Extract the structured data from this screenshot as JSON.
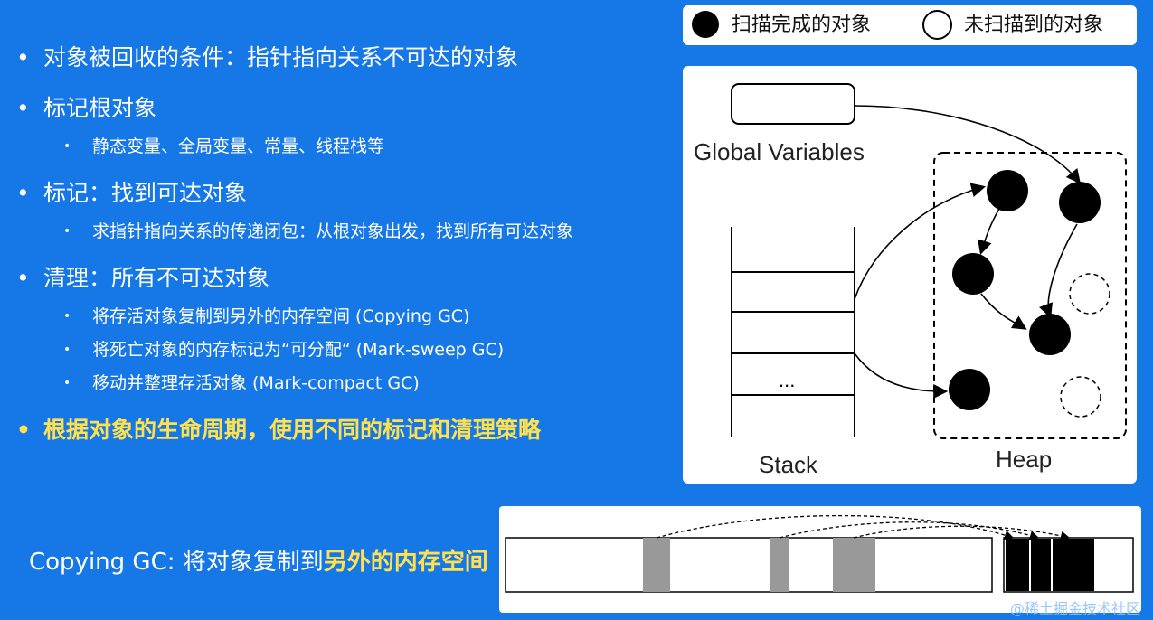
{
  "bullets": [
    {
      "text": "对象被回收的条件：指针指向关系不可达的对象"
    },
    {
      "text": "标记根对象"
    },
    {
      "sub": "静态变量、全局变量、常量、线程栈等"
    },
    {
      "text": "标记：找到可达对象"
    },
    {
      "sub": "求指针指向关系的传递闭包：从根对象出发，找到所有可达对象"
    },
    {
      "text": "清理：所有不可达对象"
    },
    {
      "sub": "将存活对象复制到另外的内存空间 (Copying GC)"
    },
    {
      "sub": "将死亡对象的内存标记为“可分配“ (Mark-sweep GC)"
    },
    {
      "sub": "移动并整理存活对象 (Mark-compact GC)"
    },
    {
      "text": "根据对象的生命周期，使用不同的标记和清理策略"
    }
  ],
  "legend": {
    "scanned": "扫描完成的对象",
    "unscanned": "未扫描到的对象"
  },
  "diagram": {
    "global_label": "Global Variables",
    "stack_label": "Stack",
    "heap_label": "Heap",
    "ellipsis": "..."
  },
  "bottom": {
    "prefix": "Copying GC: 将对象复制到",
    "highlight": "另外的内存空间"
  },
  "watermark": "@稀土掘金技术社区",
  "colors": {
    "background": "#1677e6",
    "highlight": "#ffe14d",
    "live_block": "#999999",
    "copied_block": "#000000"
  }
}
